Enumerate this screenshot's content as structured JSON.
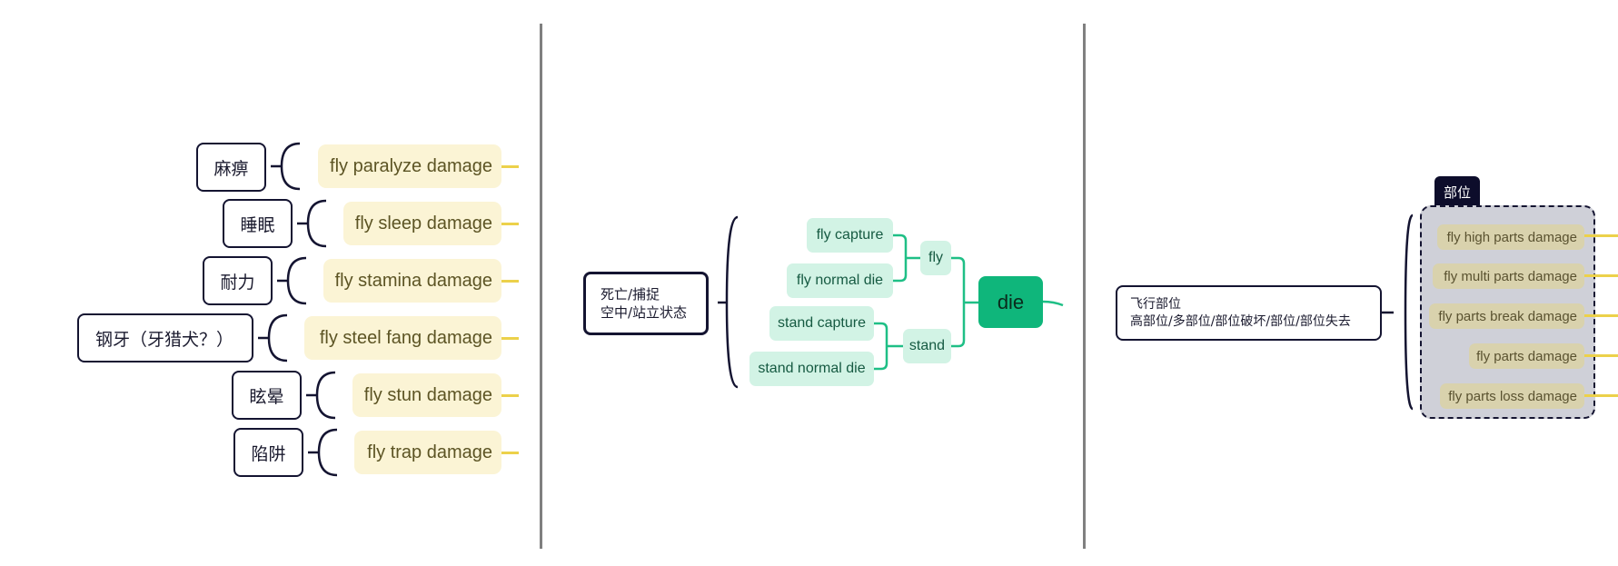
{
  "panel1": {
    "rows": [
      {
        "label": "麻痹",
        "item": "fly paralyze damage"
      },
      {
        "label": "睡眠",
        "item": "fly sleep damage"
      },
      {
        "label": "耐力",
        "item": "fly stamina damage"
      },
      {
        "label": "钢牙（牙猎犬？）",
        "item": "fly steel fang damage"
      },
      {
        "label": "眩晕",
        "item": "fly stun damage"
      },
      {
        "label": "陷阱",
        "item": "fly trap damage"
      }
    ]
  },
  "panel2": {
    "note_line1": "死亡/捕捉",
    "note_line2": "空中/站立状态",
    "root": "die",
    "fly": "fly",
    "stand": "stand",
    "fly_capture": "fly capture",
    "fly_normal_die": "fly normal die",
    "stand_capture": "stand capture",
    "stand_normal_die": "stand normal die"
  },
  "panel3": {
    "note_line1": "飞行部位",
    "note_line2": "高部位/多部位/部位破坏/部位/部位失去",
    "boundary_label": "部位",
    "items": [
      "fly high parts damage",
      "fly multi parts damage",
      "fly parts break damage",
      "fly parts damage",
      "fly parts loss damage"
    ]
  },
  "colors": {
    "yellow_pill": "#fbf4d5",
    "green_root": "#0fb67b",
    "green_pill": "#d2f3e5",
    "boundary_fill": "#cfd0d8",
    "navy": "#141431"
  }
}
